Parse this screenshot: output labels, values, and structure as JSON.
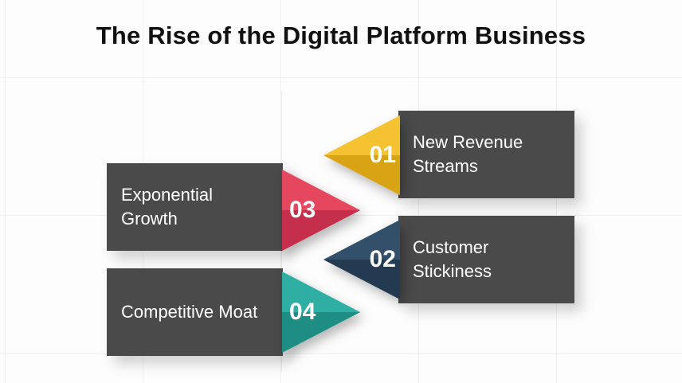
{
  "title": "The Rise of the Digital Platform Business",
  "colors": {
    "background": "#FDFDFD",
    "grid": "#F0F0F0",
    "title": "#111111",
    "box_bg": "#4A4A4A",
    "box_text": "#FFFFFF",
    "number_text": "#FFFFFF"
  },
  "items": [
    {
      "number": "01",
      "label": "New Revenue Streams",
      "side": "right",
      "color": "#F5C231",
      "color_dark": "#D9A414"
    },
    {
      "number": "03",
      "label": "Exponential Growth",
      "side": "left",
      "color": "#E5485E",
      "color_dark": "#C52F4B"
    },
    {
      "number": "02",
      "label": "Customer Stickiness",
      "side": "right",
      "color": "#33506B",
      "color_dark": "#233A50"
    },
    {
      "number": "04",
      "label": "Competitive Moat",
      "side": "left",
      "color": "#2FAEA4",
      "color_dark": "#1E8D84"
    }
  ]
}
